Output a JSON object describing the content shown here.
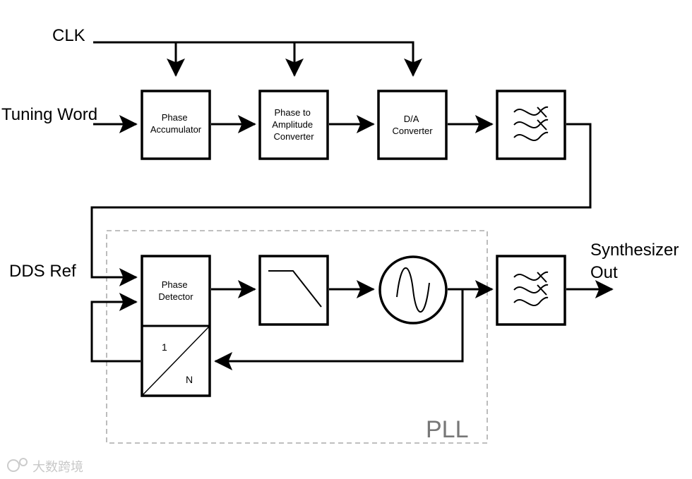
{
  "inputs": {
    "clk": "CLK",
    "tuning_word": "Tuning Word",
    "dds_ref": "DDS Ref"
  },
  "blocks": {
    "phase_accumulator": [
      "Phase",
      "Accumulator"
    ],
    "phase_to_amplitude": [
      "Phase to",
      "Amplitude",
      "Converter"
    ],
    "da_converter": [
      "D/A",
      "Converter"
    ],
    "phase_detector": [
      "Phase",
      "Detector"
    ],
    "divider_top": "1",
    "divider_bottom": "N"
  },
  "output": [
    "Synthesizer",
    "Out"
  ],
  "pll_label": "PLL",
  "watermark": "大数跨境",
  "colors": {
    "line": "#000000",
    "pll_border": "#999999",
    "pll_text": "#777777"
  }
}
